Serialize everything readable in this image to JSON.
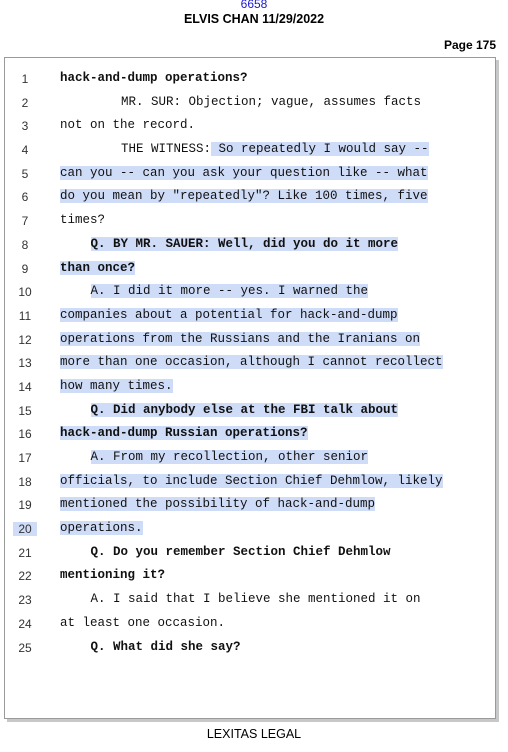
{
  "header": {
    "case_number": "6658",
    "deposition_line": "ELVIS CHAN 11/29/2022",
    "page_label": "Page 175"
  },
  "transcript": {
    "lines": [
      {
        "n": "1",
        "text": "hack-and-dump operations?",
        "bold": true,
        "indent": 0,
        "hl": false
      },
      {
        "n": "2",
        "text": "MR. SUR:  Objection; vague, assumes facts",
        "bold": false,
        "indent": 2,
        "hl": false
      },
      {
        "n": "3",
        "text": "not on the record.",
        "bold": false,
        "indent": 0,
        "hl": false
      },
      {
        "n": "4",
        "text": "THE WITNESS:  So repeatedly I would say --",
        "bold": false,
        "indent": 2,
        "hl": true,
        "hl_from": 12
      },
      {
        "n": "5",
        "text": "can you -- can you ask your question like -- what",
        "bold": false,
        "indent": 0,
        "hl": true
      },
      {
        "n": "6",
        "text": "do you mean by \"repeatedly\"?  Like 100 times, five",
        "bold": false,
        "indent": 0,
        "hl": true
      },
      {
        "n": "7",
        "text": "times?",
        "bold": false,
        "indent": 0,
        "hl": false
      },
      {
        "n": "8",
        "text": "Q.   BY MR. SAUER:  Well, did you do it more",
        "bold": true,
        "indent": 1,
        "hl": true
      },
      {
        "n": "9",
        "text": "than once?",
        "bold": true,
        "indent": 0,
        "hl": true
      },
      {
        "n": "10",
        "text": "A.   I did it more -- yes.  I warned the",
        "bold": false,
        "indent": 1,
        "hl": true
      },
      {
        "n": "11",
        "text": "companies about a potential for hack-and-dump",
        "bold": false,
        "indent": 0,
        "hl": true
      },
      {
        "n": "12",
        "text": "operations from the Russians and the Iranians on",
        "bold": false,
        "indent": 0,
        "hl": true
      },
      {
        "n": "13",
        "text": "more than one occasion, although I cannot recollect",
        "bold": false,
        "indent": 0,
        "hl": true
      },
      {
        "n": "14",
        "text": "how many times.",
        "bold": false,
        "indent": 0,
        "hl": true
      },
      {
        "n": "15",
        "text": "Q.   Did anybody else at the FBI talk about",
        "bold": true,
        "indent": 1,
        "hl": true
      },
      {
        "n": "16",
        "text": "hack-and-dump Russian operations?",
        "bold": true,
        "indent": 0,
        "hl": true
      },
      {
        "n": "17",
        "text": "A.   From my recollection, other senior",
        "bold": false,
        "indent": 1,
        "hl": true
      },
      {
        "n": "18",
        "text": "officials, to include Section Chief Dehmlow, likely",
        "bold": false,
        "indent": 0,
        "hl": true
      },
      {
        "n": "19",
        "text": "mentioned the possibility of hack-and-dump",
        "bold": false,
        "indent": 0,
        "hl": true
      },
      {
        "n": "20",
        "text": "operations.",
        "bold": false,
        "indent": 0,
        "hl": true,
        "ln_hl": true
      },
      {
        "n": "21",
        "text": "Q.   Do you remember Section Chief Dehmlow",
        "bold": true,
        "indent": 1,
        "hl": false
      },
      {
        "n": "22",
        "text": "mentioning it?",
        "bold": true,
        "indent": 0,
        "hl": false
      },
      {
        "n": "23",
        "text": "A.   I said that I believe she mentioned it on",
        "bold": false,
        "indent": 1,
        "hl": false
      },
      {
        "n": "24",
        "text": "at least one occasion.",
        "bold": false,
        "indent": 0,
        "hl": false
      },
      {
        "n": "25",
        "text": "Q.   What did she say?",
        "bold": true,
        "indent": 1,
        "hl": false
      }
    ]
  },
  "footer": {
    "company": "LEXITAS LEGAL"
  },
  "colors": {
    "highlight": "#cfdcf8",
    "header_link": "#1a1ad0",
    "frame_border": "#9a9a9a"
  }
}
